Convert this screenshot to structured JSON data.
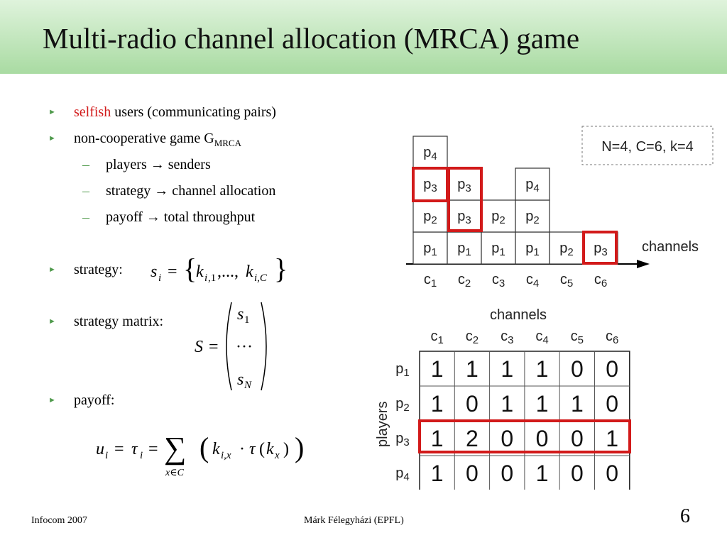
{
  "title": "Multi-radio channel allocation (MRCA) game",
  "bullets": {
    "b1_red": "selfish",
    "b1_rest": " users (communicating pairs)",
    "b2": "non-cooperative game G",
    "b2_sub": "MRCA",
    "sub1": "players → senders",
    "sub2": "strategy → channel allocation",
    "sub3": "payoff → total throughput",
    "b3": "strategy:",
    "b4": "strategy matrix:",
    "b5": "payoff:"
  },
  "diagram": {
    "legend": "N=4, C=6, k=4",
    "channels_label": "channels",
    "channel_labels": [
      "c1",
      "c2",
      "c3",
      "c4",
      "c5",
      "c6"
    ],
    "stacks": [
      [
        "p1",
        "p2",
        "p3",
        "p4"
      ],
      [
        "p1",
        "p3",
        "p3"
      ],
      [
        "p1",
        "p2"
      ],
      [
        "p1",
        "p2",
        "p4"
      ],
      [
        "p2"
      ],
      [
        "p3"
      ]
    ]
  },
  "matrix": {
    "channels_label": "channels",
    "players_label": "players",
    "cols": [
      "c1",
      "c2",
      "c3",
      "c4",
      "c5",
      "c6"
    ],
    "rows": [
      {
        "player": "p1",
        "values": [
          1,
          1,
          1,
          1,
          0,
          0
        ]
      },
      {
        "player": "p2",
        "values": [
          1,
          0,
          1,
          1,
          1,
          0
        ]
      },
      {
        "player": "p3",
        "values": [
          1,
          2,
          0,
          0,
          0,
          1
        ]
      },
      {
        "player": "p4",
        "values": [
          1,
          0,
          0,
          1,
          0,
          0
        ]
      }
    ]
  },
  "footer": {
    "left": "Infocom 2007",
    "center": "Márk Félegyházi (EPFL)",
    "page": "6"
  }
}
